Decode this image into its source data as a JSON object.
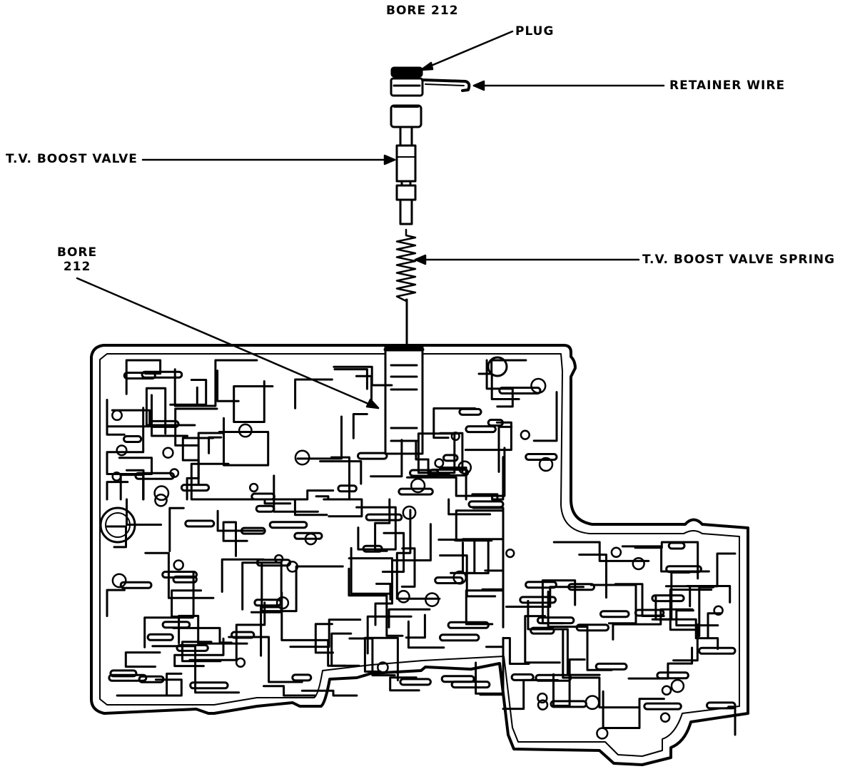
{
  "labels": {
    "bore_top": "BORE 212",
    "plug": "PLUG",
    "retainer_wire": "RETAINER WIRE",
    "boost_valve": "T.V. BOOST VALVE",
    "boost_valve_spring": "T.V. BOOST VALVE SPRING",
    "bore_side_line1": "BORE",
    "bore_side_line2": "212"
  },
  "colors": {
    "ink": "#000000",
    "paper": "#ffffff"
  }
}
